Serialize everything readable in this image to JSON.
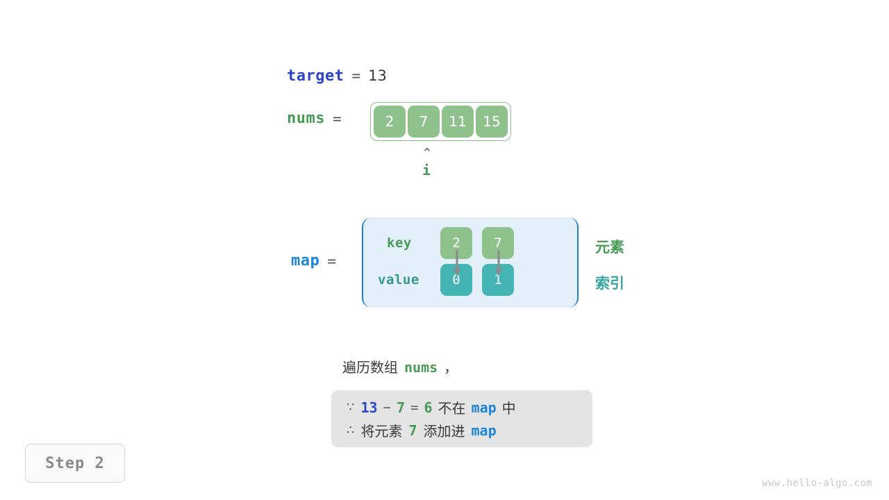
{
  "target": {
    "label": "target",
    "equals": "=",
    "value": "13"
  },
  "nums": {
    "label": "nums",
    "equals": "=",
    "cells": [
      "2",
      "7",
      "11",
      "15"
    ],
    "pointer": {
      "caret": "^",
      "label": "i",
      "index": 1
    }
  },
  "map": {
    "label": "map",
    "equals": "=",
    "row_labels": {
      "key": "key",
      "value": "value"
    },
    "entries": [
      {
        "key": "2",
        "value": "0"
      },
      {
        "key": "7",
        "value": "1"
      }
    ],
    "side_labels": {
      "element": "元素",
      "index": "索引"
    }
  },
  "caption": {
    "prefix": "遍历数组",
    "code": "nums",
    "suffix": "，"
  },
  "note": {
    "line1": {
      "symbol": "∵",
      "a": "13",
      "minus": "−",
      "b": "7",
      "equals": "=",
      "result": "6",
      "middle": "不在",
      "code": "map",
      "tail": "中"
    },
    "line2": {
      "symbol": "∴",
      "prefix": "将元素",
      "num": "7",
      "middle": "添加进",
      "code": "map"
    }
  },
  "step_badge": "Step 2",
  "watermark": "www.hello-algo.com",
  "colors": {
    "blue": "#2b45c8",
    "light_blue": "#1f84d6",
    "green": "#479b56",
    "cell_green": "#8fc18c",
    "teal": "#44b4b4",
    "map_bg": "#e3f0fa",
    "map_border": "#1f7fd0",
    "note_bg": "#e4e4e4",
    "gray_text": "#8a8a8a"
  }
}
